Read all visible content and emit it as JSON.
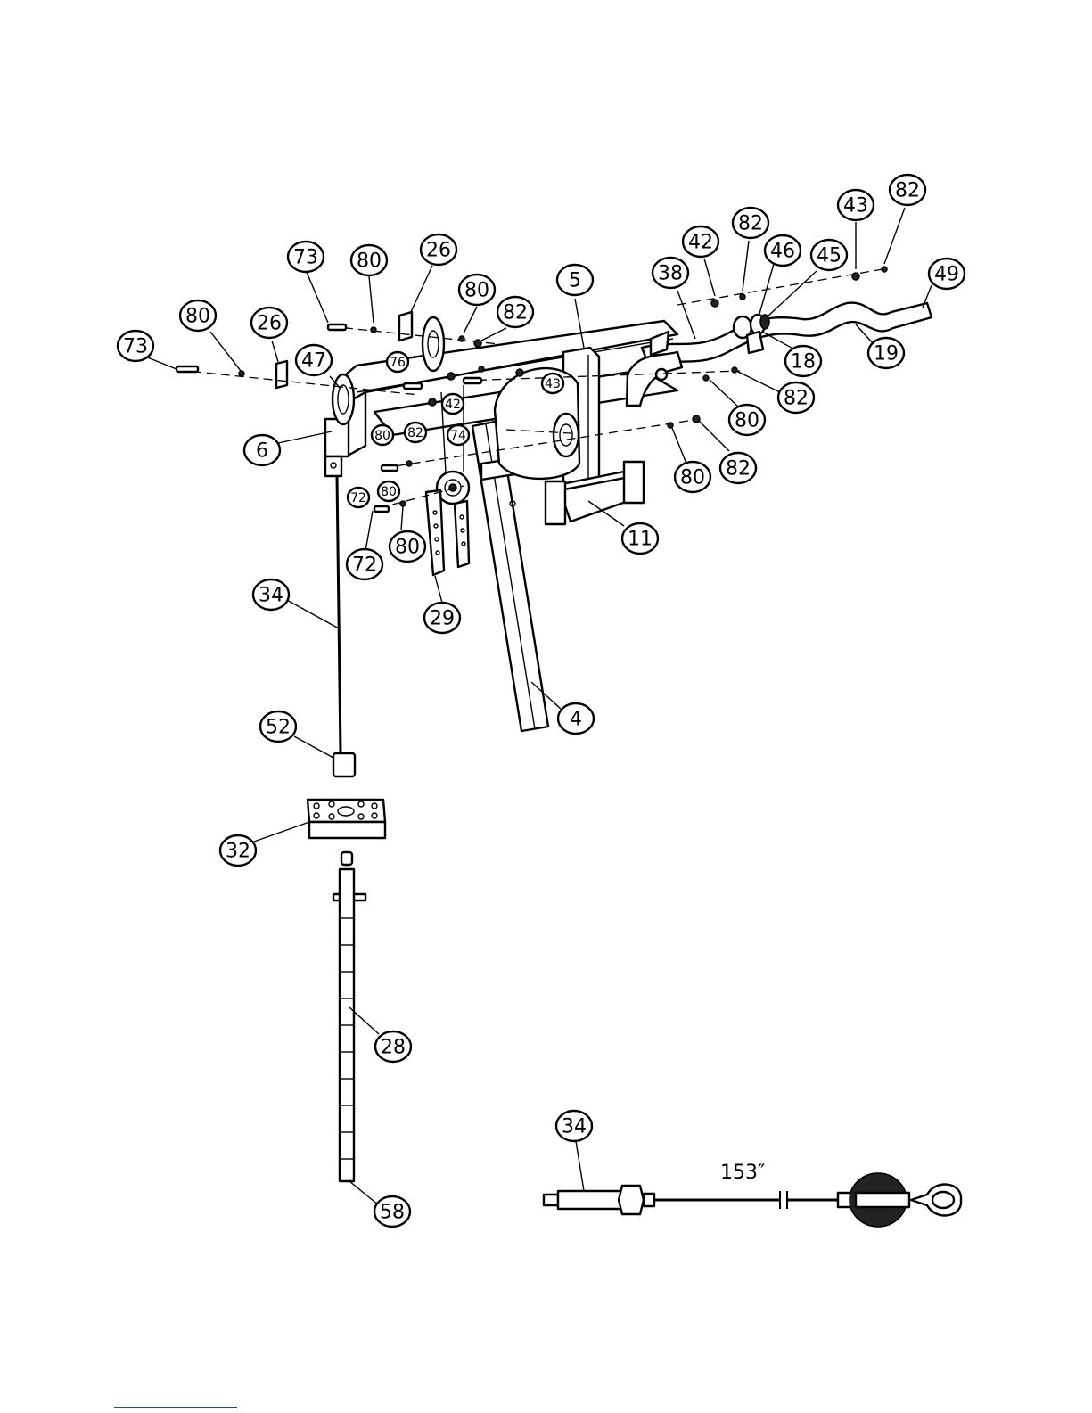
{
  "callouts": [
    {
      "label": "73"
    },
    {
      "label": "80"
    },
    {
      "label": "26"
    },
    {
      "label": "80"
    },
    {
      "label": "82"
    },
    {
      "label": "5"
    },
    {
      "label": "38"
    },
    {
      "label": "42"
    },
    {
      "label": "82"
    },
    {
      "label": "46"
    },
    {
      "label": "45"
    },
    {
      "label": "43"
    },
    {
      "label": "82"
    },
    {
      "label": "49"
    },
    {
      "label": "80"
    },
    {
      "label": "26"
    },
    {
      "label": "73"
    },
    {
      "label": "47"
    },
    {
      "label": "76"
    },
    {
      "label": "42"
    },
    {
      "label": "43"
    },
    {
      "label": "74"
    },
    {
      "label": "80"
    },
    {
      "label": "82"
    },
    {
      "label": "6"
    },
    {
      "label": "72"
    },
    {
      "label": "80"
    },
    {
      "label": "72"
    },
    {
      "label": "80"
    },
    {
      "label": "29"
    },
    {
      "label": "11"
    },
    {
      "label": "18"
    },
    {
      "label": "19"
    },
    {
      "label": "82"
    },
    {
      "label": "80"
    },
    {
      "label": "80"
    },
    {
      "label": "82"
    },
    {
      "label": "34"
    },
    {
      "label": "4"
    },
    {
      "label": "52"
    },
    {
      "label": "32"
    },
    {
      "label": "28"
    },
    {
      "label": "58"
    },
    {
      "label": "34"
    }
  ],
  "cable_detail": {
    "length_label": "153″"
  }
}
